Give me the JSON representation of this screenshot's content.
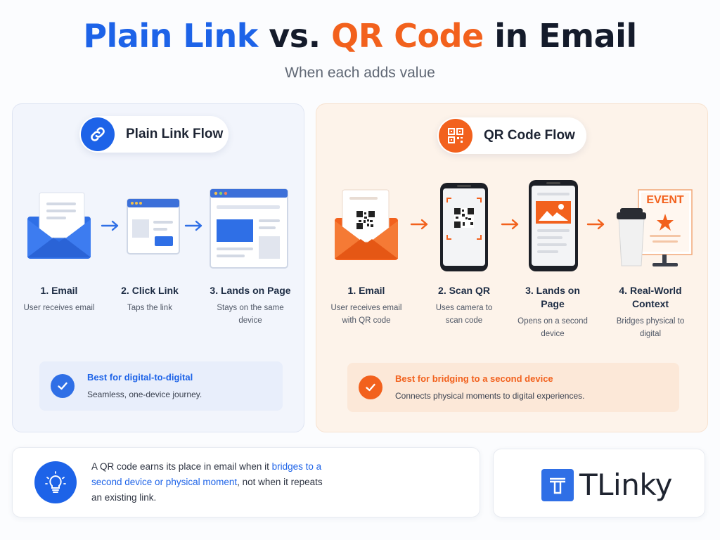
{
  "header": {
    "title_part1": "Plain Link",
    "title_part2": " vs. ",
    "title_part3": "QR Code",
    "title_part4": " in Email",
    "subtitle": "When each adds value"
  },
  "colors": {
    "blue": "#1d63e8",
    "orange": "#f2611d",
    "dark": "#141b2b"
  },
  "plain_link": {
    "flow_title": "Plain Link Flow",
    "icon": "link-icon",
    "steps": [
      {
        "title": "1. Email",
        "desc": "User receives email",
        "icon": "envelope-icon"
      },
      {
        "title": "2. Click Link",
        "desc": "Taps the link",
        "icon": "browser-window-icon"
      },
      {
        "title": "3. Lands on Page",
        "desc": "Stays on the same device",
        "icon": "webpage-icon"
      }
    ],
    "best_title": "Best for digital-to-digital",
    "best_desc": "Seamless, one-device journey."
  },
  "qr_code": {
    "flow_title": "QR Code Flow",
    "icon": "qr-code-icon",
    "steps": [
      {
        "title": "1. Email",
        "desc": "User receives email with QR code",
        "icon": "envelope-qr-icon"
      },
      {
        "title": "2. Scan QR",
        "desc": "Uses camera to scan code",
        "icon": "phone-scan-icon"
      },
      {
        "title": "3. Lands on Page",
        "desc": "Opens on a second device",
        "icon": "phone-page-icon"
      },
      {
        "title": "4. Real-World Context",
        "desc": "Bridges physical to digital",
        "icon": "event-poster-icon",
        "poster_label": "EVENT"
      }
    ],
    "best_title": "Best for bridging to a second device",
    "best_desc": "Connects physical moments to digital experiences."
  },
  "tip": {
    "icon": "lightbulb-icon",
    "text_before": "A QR code earns its place in email when it ",
    "text_highlight": "bridges to a second device or physical moment",
    "text_after": ", not when it repeats an existing link."
  },
  "brand": {
    "name": "TLinky",
    "icon": "tlinky-logo-icon"
  }
}
